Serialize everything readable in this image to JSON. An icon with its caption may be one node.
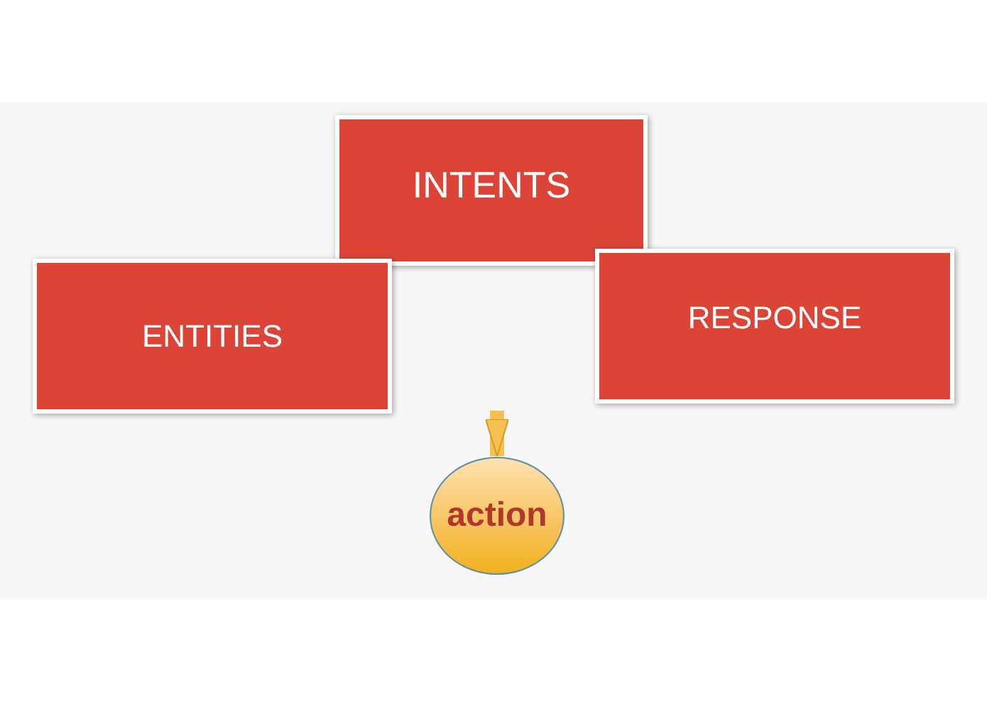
{
  "diagram": {
    "nodes": [
      {
        "text": [
          "INTENTS"
        ]
      },
      {
        "text": [
          "ENTITIES"
        ]
      },
      {
        "text": [
          "RESPONSE"
        ]
      },
      {
        "text": [
          "action"
        ]
      }
    ],
    "edges": [
      {
        "from": null,
        "to": 3,
        "arrow": "to"
      }
    ]
  }
}
